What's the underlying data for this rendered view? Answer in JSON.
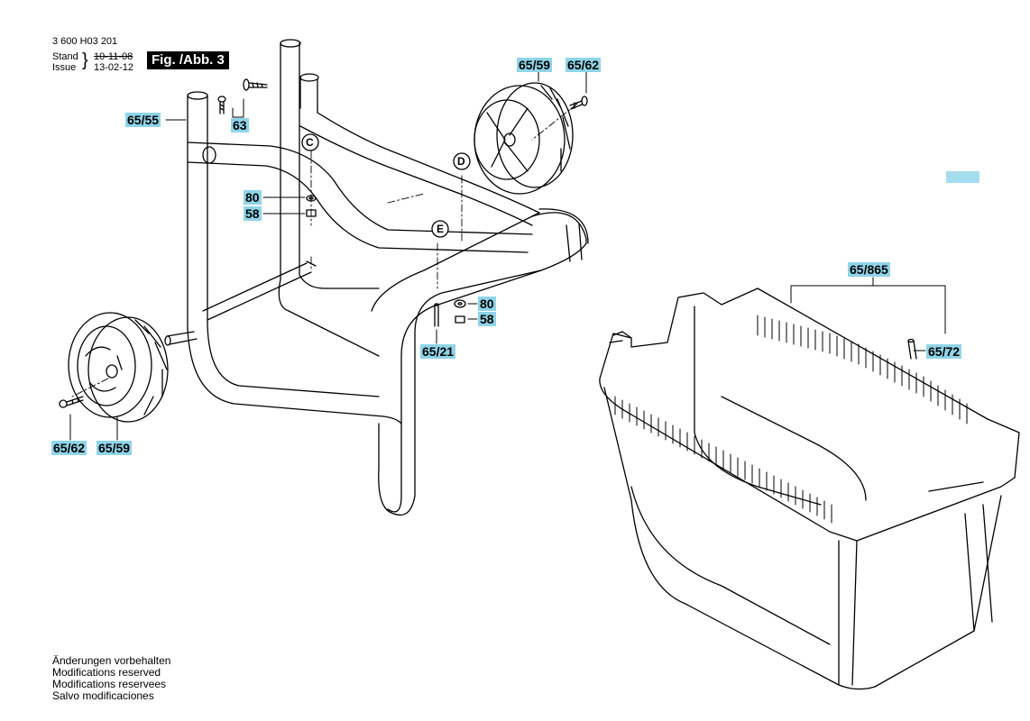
{
  "header": {
    "doc_number": "3 600 H03 201",
    "stand_label": "Stand",
    "issue_label": "Issue",
    "stand_date": "10-11-08",
    "issue_date": "13-02-12",
    "figure_title": "Fig. /Abb. 3"
  },
  "callouts": {
    "frame_tube": "65/55",
    "screws": "63",
    "bolt_label_c": "C",
    "bolt_label_d": "D",
    "bolt_label_e": "E",
    "washer_upper": "80",
    "nut_upper": "58",
    "washer_lower": "80",
    "nut_lower": "58",
    "pin": "65/21",
    "wheel_right": "65/59",
    "screw_right": "65/62",
    "wheel_left": "65/59",
    "screw_left": "65/62",
    "bag": "65/865",
    "bag_pin": "65/72"
  },
  "footer": {
    "lines": [
      "Änderungen vorbehalten",
      "Modifications reserved",
      "Modifications reservees",
      "Salvo modificaciones"
    ]
  },
  "colors": {
    "callout_bg": "#8fd4e8",
    "line": "#000000"
  }
}
